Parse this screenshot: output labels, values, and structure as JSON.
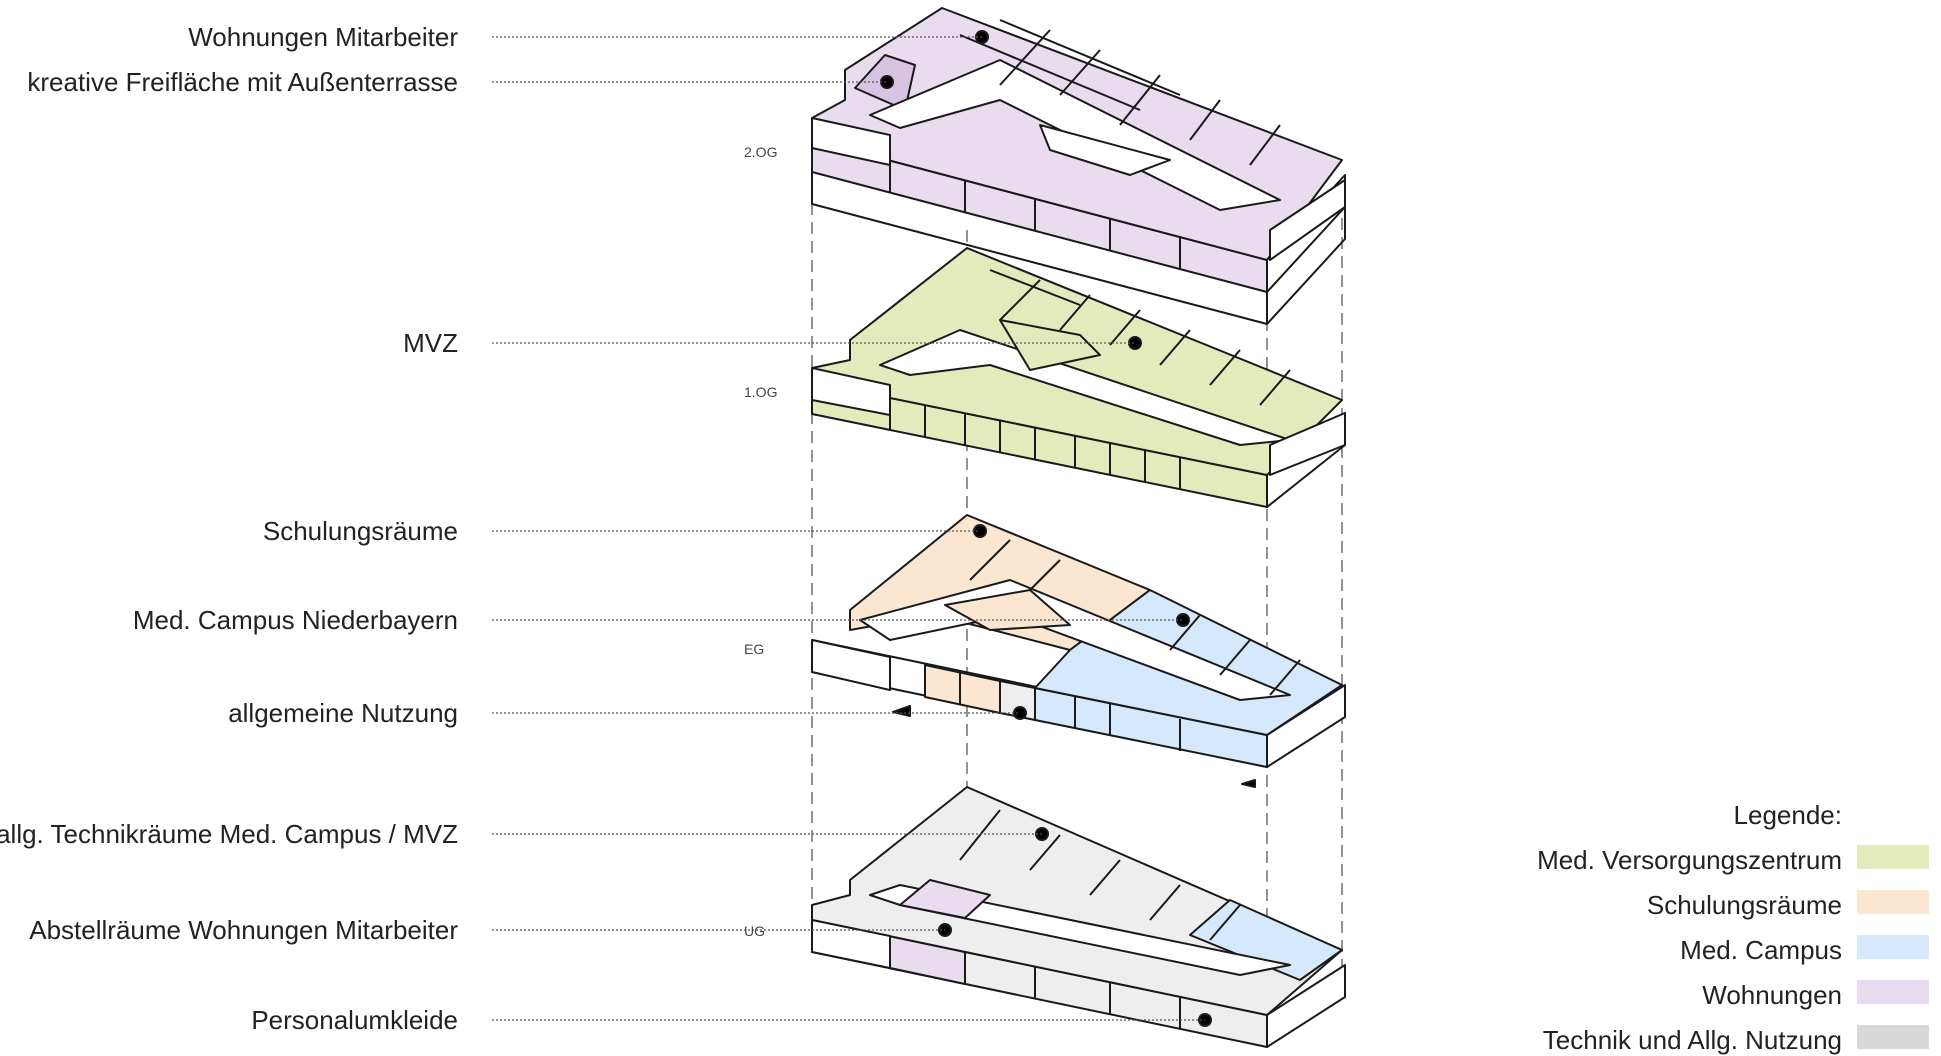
{
  "labels": {
    "wohnungen_mitarbeiter": "Wohnungen Mitarbeiter",
    "kreative_freiflaeche": "kreative Freifläche mit Außenterrasse",
    "mvz": "MVZ",
    "schulungsraeume": "Schulungsräume",
    "med_campus_niederbayern": "Med. Campus Niederbayern",
    "allgemeine_nutzung": "allgemeine Nutzung",
    "technikraeume": "allg. Technikräume Med. Campus / MVZ",
    "abstellraeume": "Abstellräume Wohnungen Mitarbeiter",
    "personalumkleide": "Personalumkleide"
  },
  "levels": {
    "og2": "2.OG",
    "og1": "1.OG",
    "eg": "EG",
    "ug": "UG"
  },
  "legend": {
    "title": "Legende:",
    "items": [
      {
        "label": "Med. Versorgungszentrum",
        "color": "#e3ebbd"
      },
      {
        "label": "Schulungsräume",
        "color": "#fbe6d2"
      },
      {
        "label": "Med. Campus",
        "color": "#d6e8fb"
      },
      {
        "label": "Wohnungen",
        "color": "#eadcef"
      },
      {
        "label": "Technik und Allg. Nutzung",
        "color": "#d8d8d8"
      }
    ]
  },
  "colors": {
    "mvz": "#e3ebbd",
    "schulung": "#fbe6d2",
    "campus": "#d6e8fb",
    "wohnungen": "#eadcef",
    "wohnungen_dark": "#d9c3e3",
    "technik": "#eeeeee",
    "outline": "#1a1a1a"
  }
}
